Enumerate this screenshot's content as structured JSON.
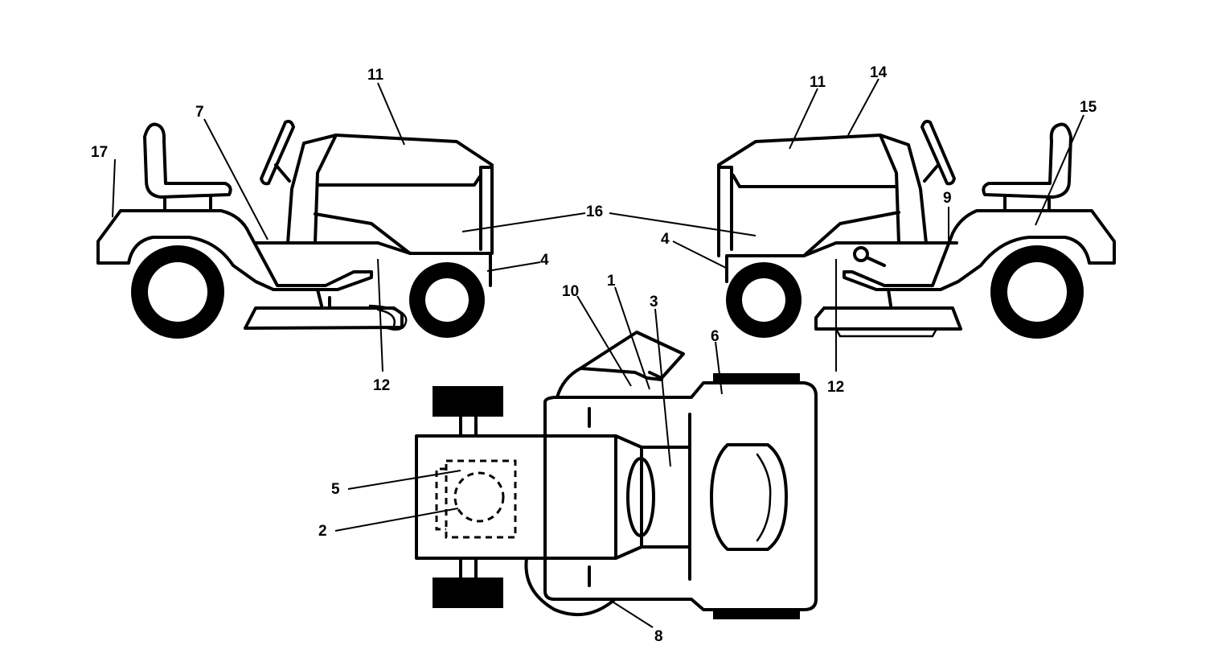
{
  "callouts": {
    "c1": "1",
    "c2": "2",
    "c3": "3",
    "c4_left": "4",
    "c4_right": "4",
    "c5": "5",
    "c6": "6",
    "c7": "7",
    "c8": "8",
    "c9": "9",
    "c10": "10",
    "c11_left": "11",
    "c11_right": "11",
    "c12_left": "12",
    "c12_right": "12",
    "c14": "14",
    "c15": "15",
    "c16": "16",
    "c17": "17"
  },
  "colors": {
    "line": "#000000",
    "background": "#ffffff"
  }
}
